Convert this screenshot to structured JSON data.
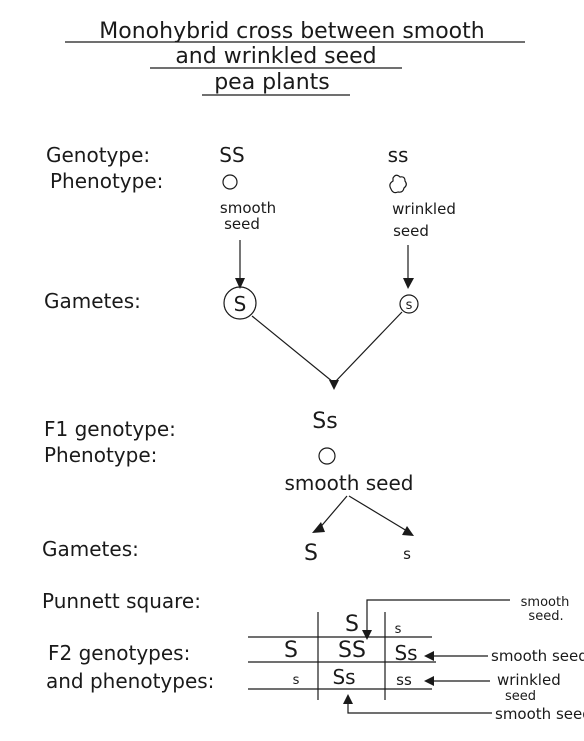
{
  "title": {
    "line1": "Monohybrid cross between smooth",
    "line2": "and wrinkled seed",
    "line3": "pea plants"
  },
  "labels": {
    "genotype": "Genotype:",
    "phenotype": "Phenotype:",
    "gametes": "Gametes:",
    "f1_genotype": "F1 genotype:",
    "f1_phenotype": "Phenotype:",
    "gametes2": "Gametes:",
    "punnett": "Punnett square:",
    "f2_line1": "F2 genotypes:",
    "f2_line2": "and phenotypes:"
  },
  "parents": {
    "left_genotype": "SS",
    "right_genotype": "ss",
    "left_phenotype_line1": "smooth",
    "left_phenotype_line2": "seed",
    "right_phenotype_line1": "wrinkled",
    "right_phenotype_line2": "seed",
    "left_gamete": "S",
    "right_gamete": "s"
  },
  "f1": {
    "genotype": "Ss",
    "phenotype": "smooth seed",
    "gamete_left": "S",
    "gamete_right": "s"
  },
  "punnett": {
    "col_headers": [
      "S",
      "s"
    ],
    "row_headers": [
      "S",
      "s"
    ],
    "cells": [
      [
        "SS",
        "Ss"
      ],
      [
        "Ss",
        "ss"
      ]
    ]
  },
  "annotations": {
    "a1_line1": "smooth",
    "a1_line2": "seed.",
    "a2": "smooth seed",
    "a3_line1": "wrinkled",
    "a3_line2": "seed",
    "a4": "smooth seed"
  }
}
